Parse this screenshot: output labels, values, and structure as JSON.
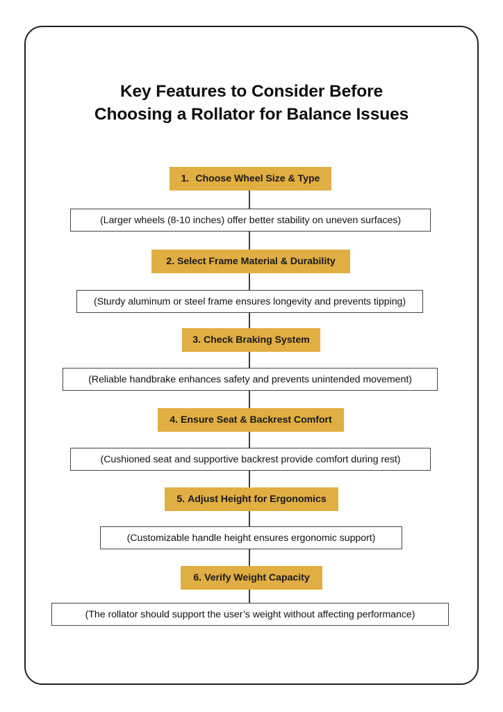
{
  "document": {
    "title_line_1": "Key Features to Consider Before",
    "title_line_2": "Choosing a Rollator for Balance Issues",
    "frame_border_color": "#231f20",
    "background_color": "#ffffff"
  },
  "theme": {
    "step_fill": "#e0ae42",
    "step_text": "#1a1a1a",
    "desc_border": "#444444",
    "desc_text": "#131313",
    "connector": "#3b3b3b"
  },
  "flow": {
    "type": "vertical-flowchart",
    "steps": [
      {
        "number": "1.",
        "label": "Choose Wheel Size & Type",
        "description": "(Larger wheels (8-10 inches) offer better stability on uneven surfaces)"
      },
      {
        "number": "2.",
        "label": "Select Frame Material & Durability",
        "description": "(Sturdy aluminum or steel frame ensures longevity and prevents tipping)"
      },
      {
        "number": "3.",
        "label": "Check Braking System",
        "description": "(Reliable handbrake enhances safety and prevents unintended movement)"
      },
      {
        "number": "4.",
        "label": "Ensure Seat & Backrest Comfort",
        "description": "(Cushioned seat and supportive backrest provide comfort during rest)"
      },
      {
        "number": "5.",
        "label": "Adjust Height for Ergonomics",
        "description": "(Customizable handle height ensures ergonomic support)"
      },
      {
        "number": "6.",
        "label": "Verify Weight Capacity",
        "description": "(The rollator should support the user’s weight without affecting performance)"
      }
    ]
  }
}
